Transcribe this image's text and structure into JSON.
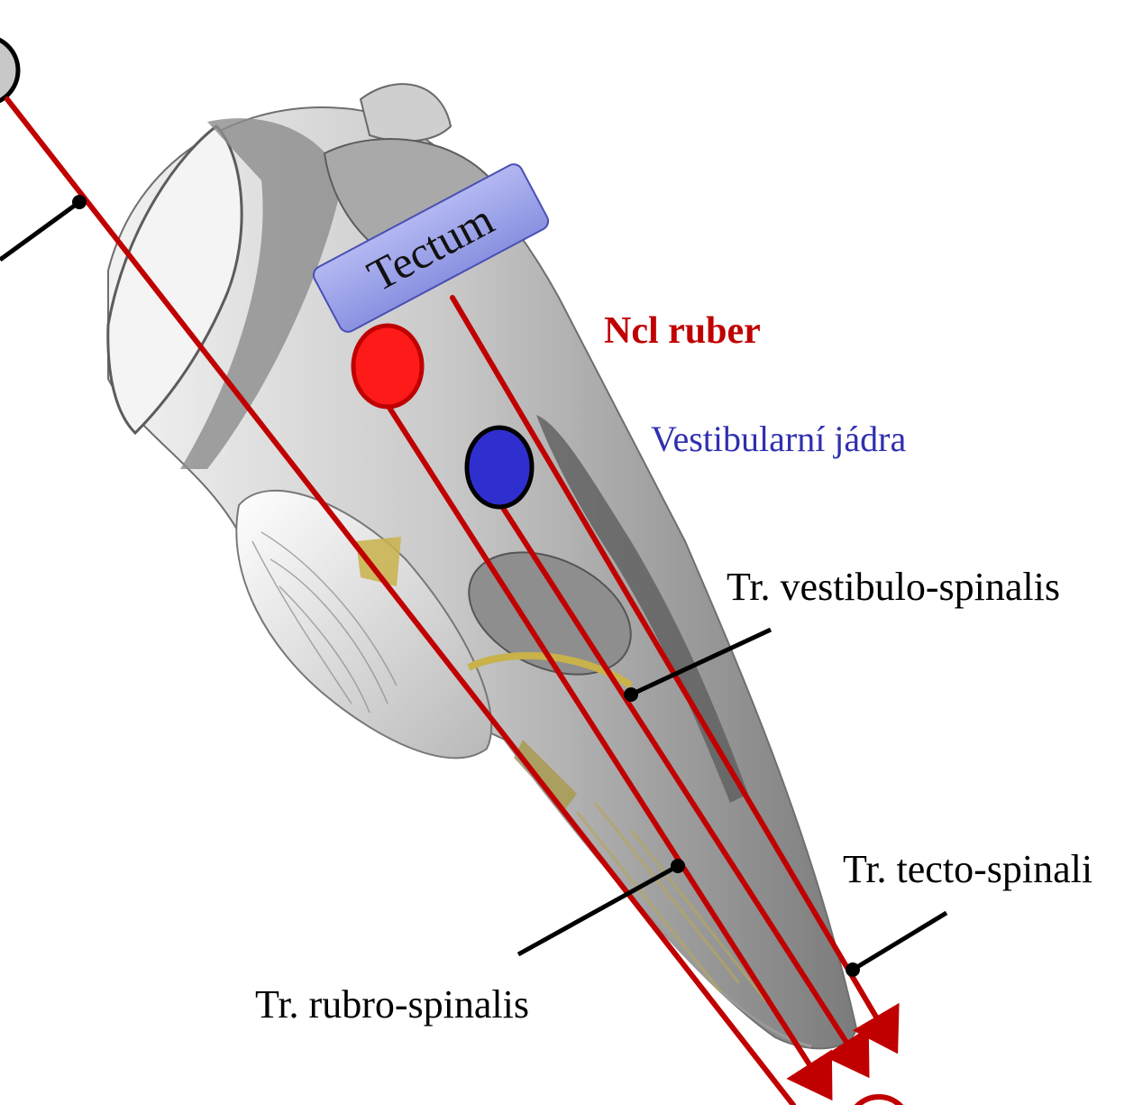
{
  "labels": {
    "tectum": "Tectum",
    "ncl_ruber": "Ncl ruber",
    "vestibular_nuclei": "Vestibularní jádra",
    "tr_vestibulospinalis": "Tr. vestibulo-spinalis",
    "tr_tectospinalis": "Tr. tecto-spinali",
    "tr_rubrospinalis": "Tr. rubro-spinalis"
  },
  "colors": {
    "tract": "#c00000",
    "ncl_ruber": "#ff1a1a",
    "ncl_ruber_label": "#c00000",
    "vestibular": "#2f2fd0",
    "vestibular_label": "#3030b0",
    "tectum_box": "#9da4e8",
    "leader": "#000000"
  }
}
